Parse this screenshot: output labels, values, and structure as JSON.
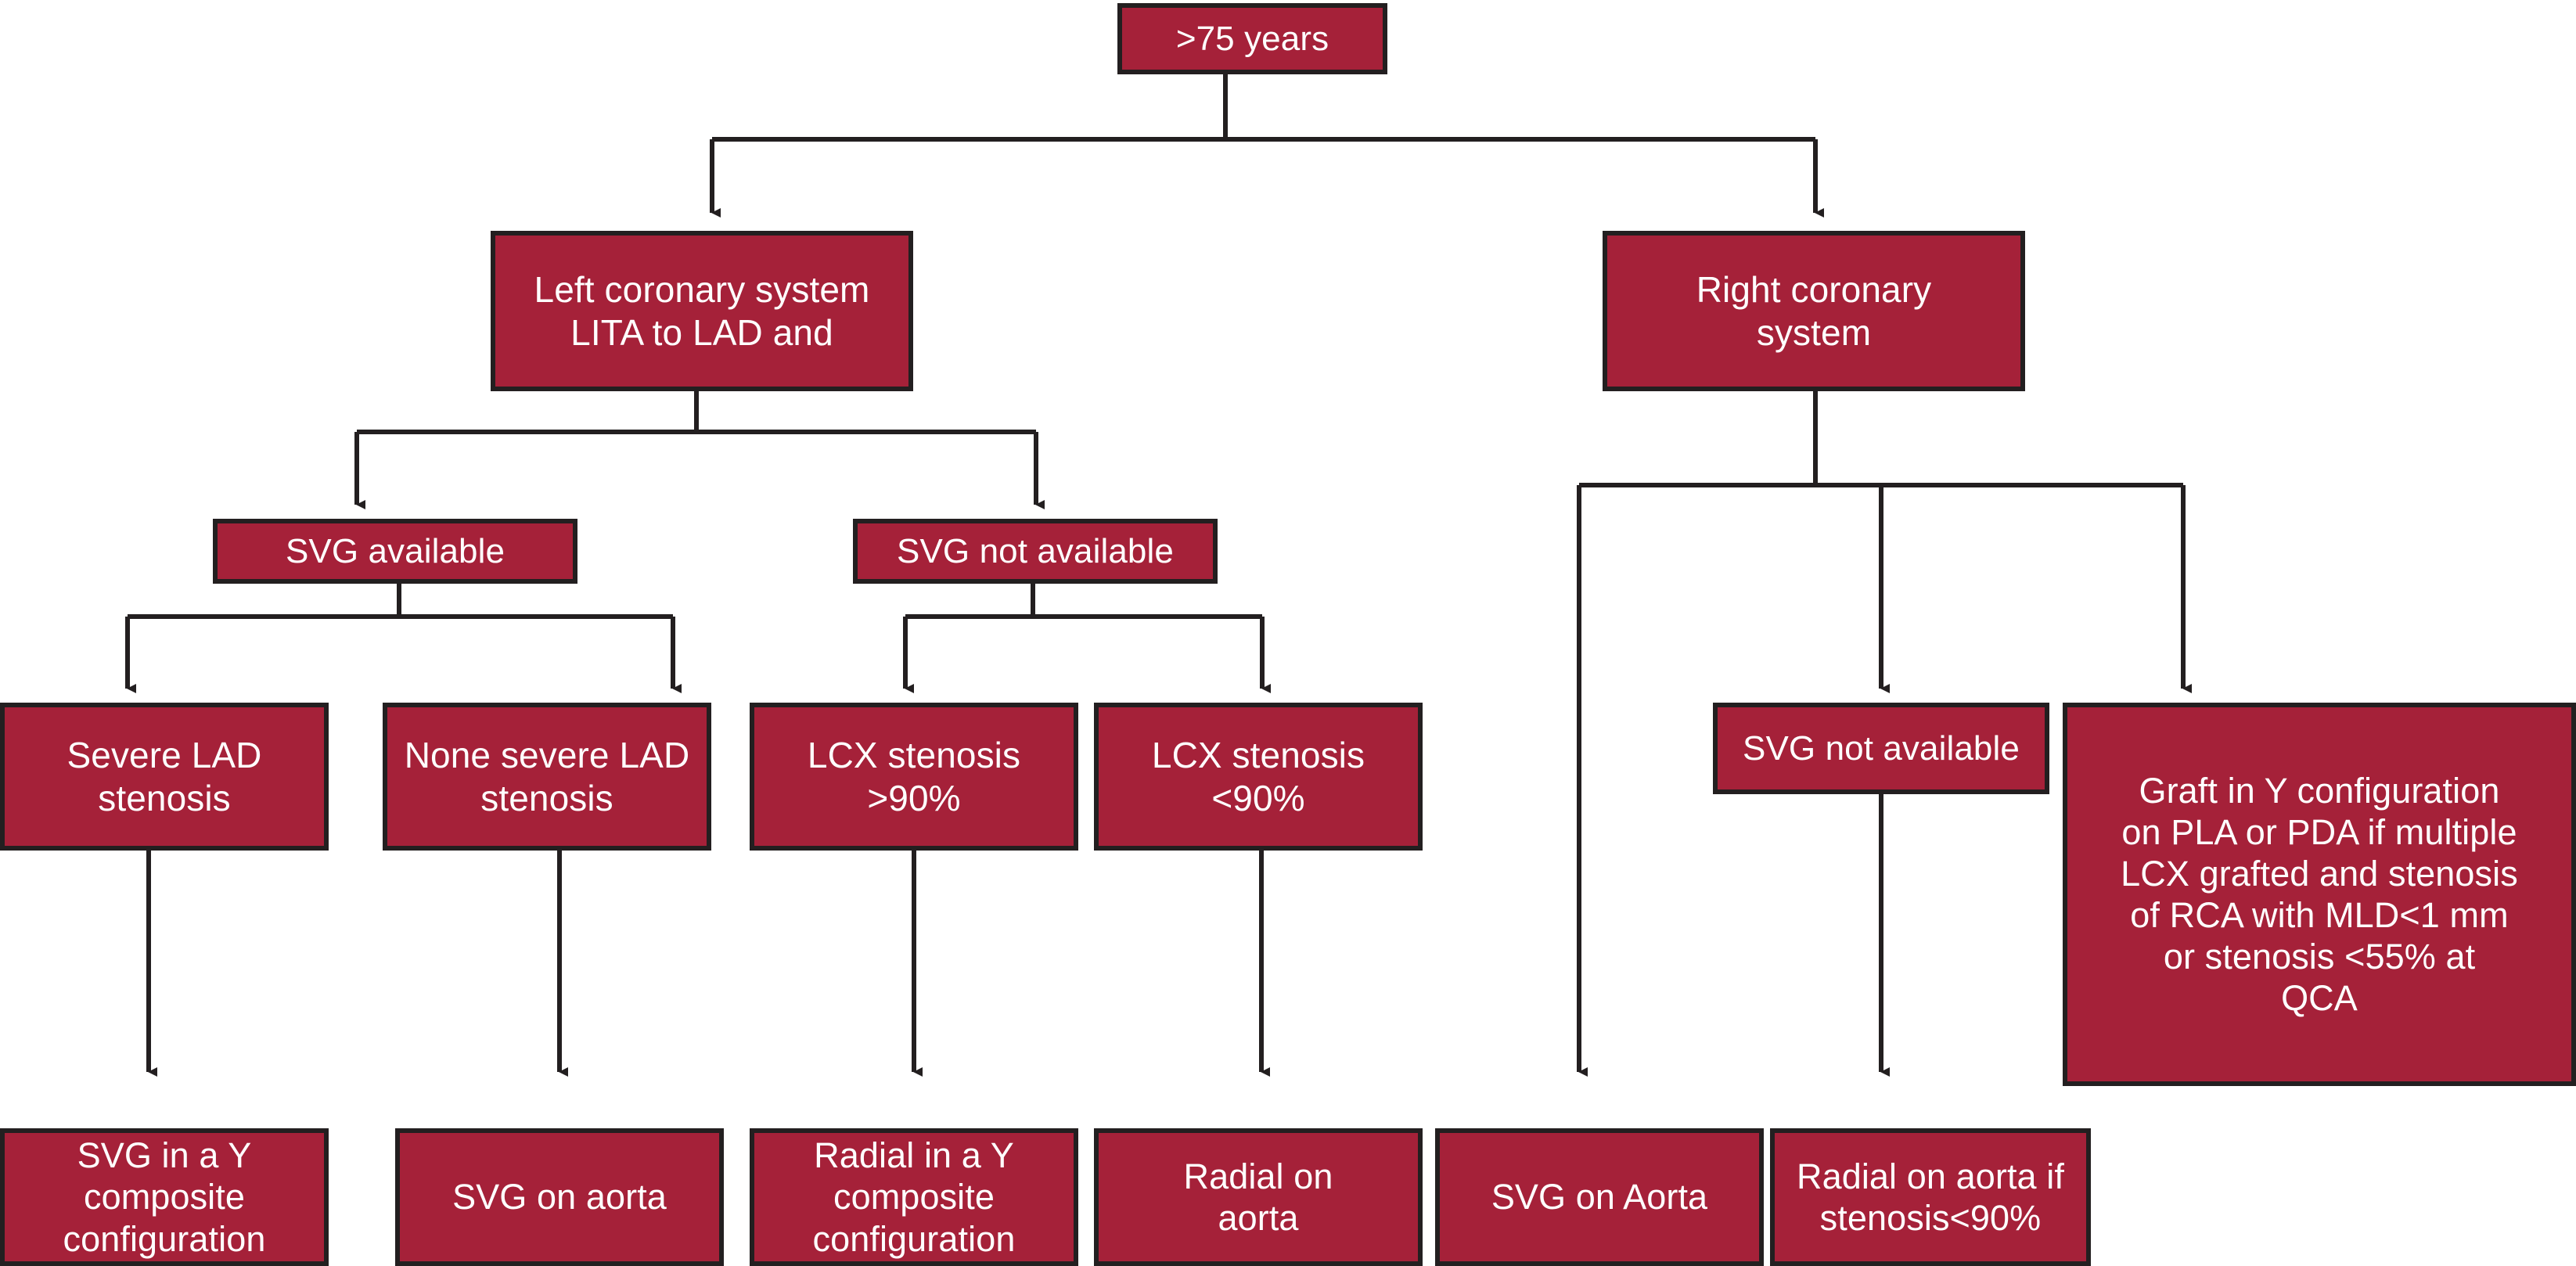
{
  "diagram": {
    "title_text": "",
    "colors": {
      "node_fill": "#a52139",
      "node_border": "#231f20",
      "node_text": "#ffffff",
      "connector": "#231f20",
      "background": "#ffffff"
    },
    "nodes": {
      "root": {
        "label": ">75 years"
      },
      "left_system": {
        "label": "Left coronary system\nLITA to LAD and"
      },
      "right_system": {
        "label": "Right coronary\nsystem"
      },
      "svg_available": {
        "label": "SVG available"
      },
      "svg_not_available_left": {
        "label": "SVG not available"
      },
      "severe_lad": {
        "label": "Severe LAD\nstenosis"
      },
      "none_severe_lad": {
        "label": "None severe LAD\nstenosis"
      },
      "lcx_gt90": {
        "label": "LCX stenosis\n>90%"
      },
      "lcx_lt90": {
        "label": "LCX stenosis\n<90%"
      },
      "svg_not_available_right": {
        "label": "SVG not available"
      },
      "graft_y": {
        "label": "Graft in Y configuration\non PLA or PDA if multiple\nLCX grafted and stenosis\nof RCA with MLD<1 mm\nor stenosis <55% at\nQCA"
      },
      "svg_y_composite": {
        "label": "SVG in a Y\ncomposite\nconfiguration"
      },
      "svg_on_aorta": {
        "label": "SVG on aorta"
      },
      "radial_y_composite": {
        "label": "Radial in a Y\ncomposite\nconfiguration"
      },
      "radial_on_aorta": {
        "label": "Radial on\naorta"
      },
      "svg_on_aorta_right": {
        "label": "SVG on Aorta"
      },
      "radial_on_aorta_if": {
        "label": "Radial on aorta if\nstenosis<90%"
      }
    },
    "edges": [
      {
        "from": "root",
        "to": "left_system"
      },
      {
        "from": "root",
        "to": "right_system"
      },
      {
        "from": "left_system",
        "to": "svg_available"
      },
      {
        "from": "left_system",
        "to": "svg_not_available_left"
      },
      {
        "from": "svg_available",
        "to": "severe_lad"
      },
      {
        "from": "svg_available",
        "to": "none_severe_lad"
      },
      {
        "from": "svg_not_available_left",
        "to": "lcx_gt90"
      },
      {
        "from": "svg_not_available_left",
        "to": "lcx_lt90"
      },
      {
        "from": "severe_lad",
        "to": "svg_y_composite"
      },
      {
        "from": "none_severe_lad",
        "to": "svg_on_aorta"
      },
      {
        "from": "lcx_gt90",
        "to": "radial_y_composite"
      },
      {
        "from": "lcx_lt90",
        "to": "radial_on_aorta"
      },
      {
        "from": "right_system",
        "to": "svg_on_aorta_right"
      },
      {
        "from": "right_system",
        "to": "svg_not_available_right"
      },
      {
        "from": "right_system",
        "to": "graft_y"
      },
      {
        "from": "svg_not_available_right",
        "to": "radial_on_aorta_if"
      }
    ]
  }
}
